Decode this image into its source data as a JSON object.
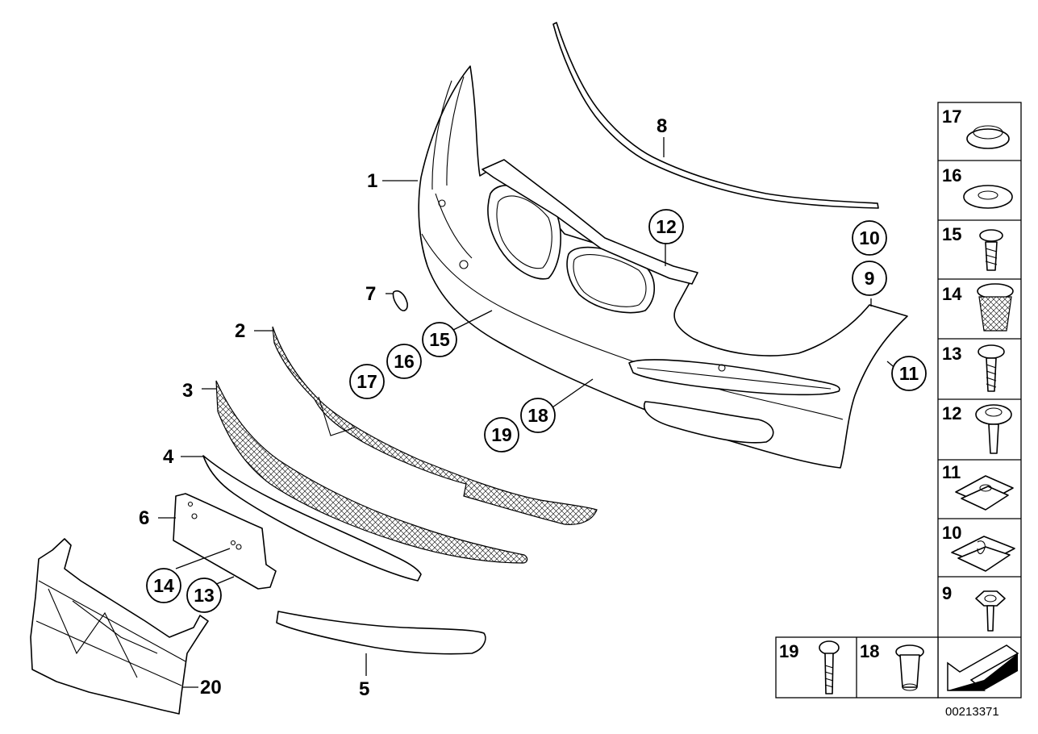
{
  "diagram": {
    "reference_number": "00213371",
    "callouts": {
      "c1": "1",
      "c2": "2",
      "c3": "3",
      "c4": "4",
      "c5": "5",
      "c6": "6",
      "c7": "7",
      "c8": "8",
      "c20": "20",
      "c12": "12",
      "c10": "10",
      "c9": "9",
      "c15": "15",
      "c16": "16",
      "c17": "17",
      "c11": "11",
      "c18": "18",
      "c19": "19",
      "c14": "14",
      "c13": "13"
    },
    "side_table": {
      "t17": "17",
      "t16": "16",
      "t15": "15",
      "t14": "14",
      "t13": "13",
      "t12": "12",
      "t11": "11",
      "t10": "10",
      "t9": "9"
    },
    "bottom_table": {
      "t19": "19",
      "t18": "18"
    }
  }
}
